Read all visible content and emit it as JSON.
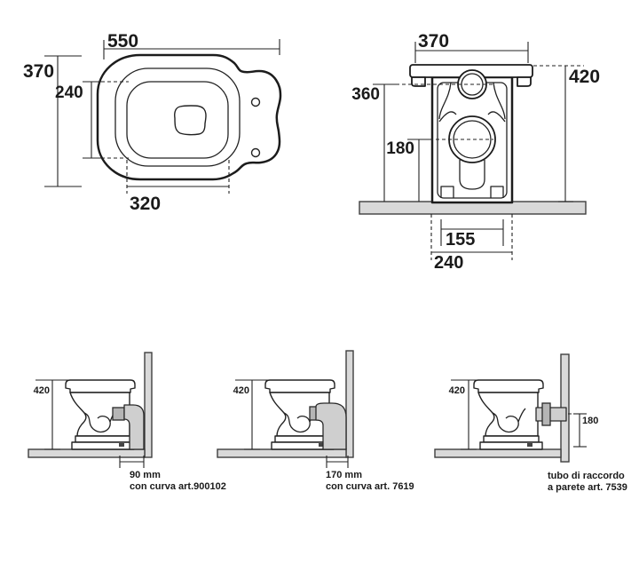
{
  "top_view": {
    "width": "550",
    "height": "370",
    "seat_depth": "240",
    "seat_width": "320"
  },
  "rear_view": {
    "top_width": "370",
    "height": "420",
    "inlet_height": "360",
    "trap_height": "180",
    "fixing_distance": "155",
    "outlet_distance": "240"
  },
  "installations": [
    {
      "height": "420",
      "wall_distance": "90 mm",
      "note": "con curva art.900102"
    },
    {
      "height": "420",
      "wall_distance": "170 mm",
      "note": "con curva art. 7619"
    },
    {
      "height": "420",
      "outlet_height": "180",
      "note_line1": "tubo di raccordo",
      "note_line2": "a parete art. 7539"
    }
  ]
}
